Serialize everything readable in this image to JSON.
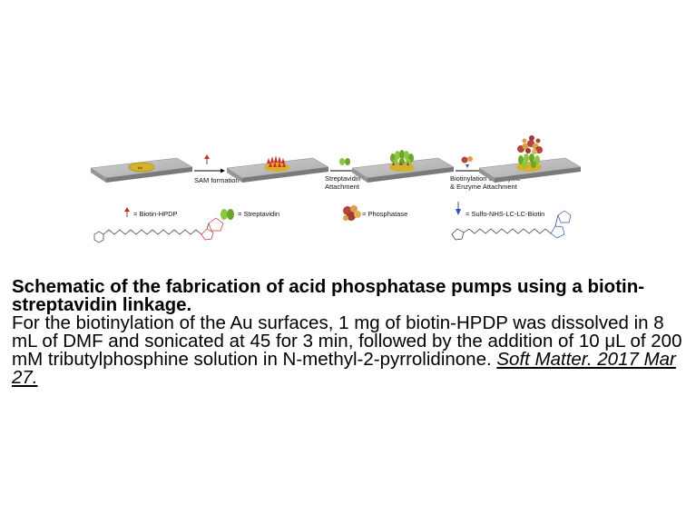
{
  "scheme": {
    "steps": [
      {
        "label_lines": [
          "SAM formation"
        ]
      },
      {
        "label_lines": [
          "Streptavidin",
          "Attachment"
        ]
      },
      {
        "label_lines": [
          "Biotinylation of Enzyme",
          "& Enzyme Attachment"
        ]
      }
    ],
    "legend": {
      "biotin_hpdp": "= Biotin-HPDP",
      "streptavidin": "= Streptavidin",
      "phosphatase": "= Phosphatase",
      "sulfo_biotin": "= Sulfo-NHS-LC-LC-Biotin"
    },
    "au_label": "Au"
  },
  "caption": {
    "title": "Schematic of the fabrication of acid phosphatase pumps using a biotin-streptavidin linkage.",
    "body": "For the biotinylation of the Au surfaces, 1 mg of biotin-HPDP was dissolved in 8 mL of DMF and sonicated at 45  for 3 min, followed by the addition of 10 μL of 200 mM tributylphosphine solution in N-methyl-2-pyrrolidinone. ",
    "citation": "Soft Matter. 2017 Mar 27."
  }
}
